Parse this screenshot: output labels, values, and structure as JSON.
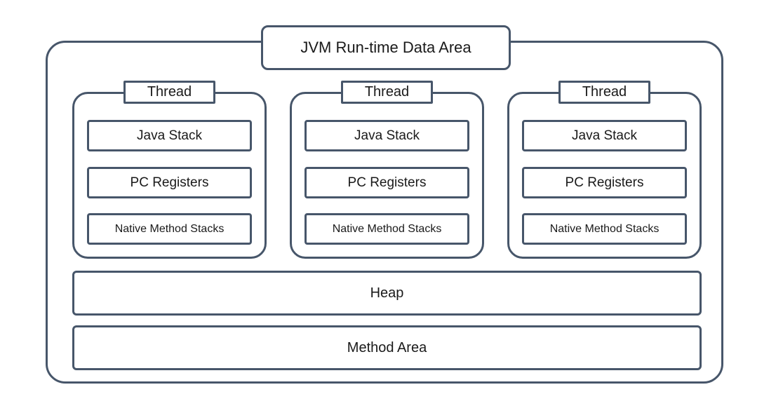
{
  "title": "JVM Run-time Data Area",
  "threads": [
    {
      "label": "Thread",
      "boxes": [
        "Java Stack",
        "PC Registers",
        "Native Method Stacks"
      ]
    },
    {
      "label": "Thread",
      "boxes": [
        "Java Stack",
        "PC Registers",
        "Native Method Stacks"
      ]
    },
    {
      "label": "Thread",
      "boxes": [
        "Java Stack",
        "PC Registers",
        "Native Method Stacks"
      ]
    }
  ],
  "heap": "Heap",
  "method_area": "Method Area",
  "colors": {
    "border": "#47566a",
    "background": "#ffffff",
    "text": "#1a1a1a"
  }
}
